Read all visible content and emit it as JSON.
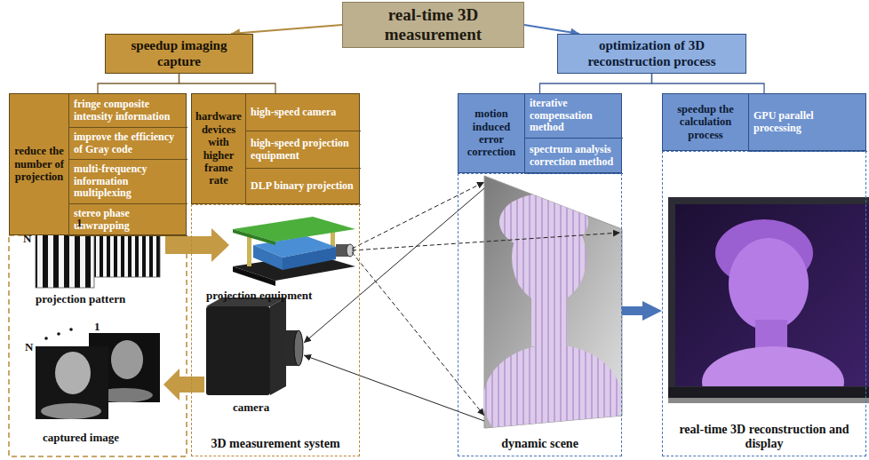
{
  "diagram": {
    "nodes": [
      {
        "text": [
          "real-time 3D measurement"
        ]
      },
      {
        "text": [
          "speedup imaging capture"
        ]
      },
      {
        "text": [
          "reduce the number of projection"
        ]
      },
      {
        "text": [
          "fringe composite intensity information"
        ],
        "in": 2
      },
      {
        "text": [
          "improve the efficiency of Gray code"
        ],
        "in": 2
      },
      {
        "text": [
          "multi-frequency information multiplexing"
        ],
        "in": 2
      },
      {
        "text": [
          "stereo phase unwrapping"
        ],
        "in": 2
      },
      {
        "text": [
          "hardware devices with higher frame rate"
        ]
      },
      {
        "text": [
          "high-speed camera"
        ],
        "in": 7
      },
      {
        "text": [
          "high-speed projection equipment"
        ],
        "in": 7
      },
      {
        "text": [
          "DLP binary projection"
        ],
        "in": 7
      },
      {
        "text": [
          "optimization of 3D reconstruction process"
        ]
      },
      {
        "text": [
          "motion induced error correction"
        ]
      },
      {
        "text": [
          "iterative compensation method"
        ],
        "in": 12
      },
      {
        "text": [
          "spectrum analysis correction method"
        ],
        "in": 12
      },
      {
        "text": [
          "speedup the calculation process"
        ]
      },
      {
        "text": [
          "GPU parallel processing"
        ],
        "in": 15
      },
      {
        "text": [
          "3D measurement system"
        ]
      },
      {
        "text": [
          "dynamic scene"
        ]
      },
      {
        "text": [
          "real-time 3D reconstruction and display"
        ]
      }
    ],
    "edges": [
      {
        "from": 0,
        "to": 1,
        "arrow": "to"
      },
      {
        "from": 0,
        "to": 11,
        "arrow": "to"
      },
      {
        "from": 1,
        "to": 2,
        "arrow": "none"
      },
      {
        "from": 1,
        "to": 7,
        "arrow": "none"
      },
      {
        "from": 11,
        "to": 12,
        "arrow": "none"
      },
      {
        "from": 11,
        "to": 15,
        "arrow": "none"
      },
      {
        "from": 18,
        "to": 19,
        "arrow": "to"
      }
    ],
    "labels": [
      "N",
      "1",
      "projection pattern",
      "projection equipment",
      "camera",
      "N",
      "1",
      "captured image"
    ]
  }
}
